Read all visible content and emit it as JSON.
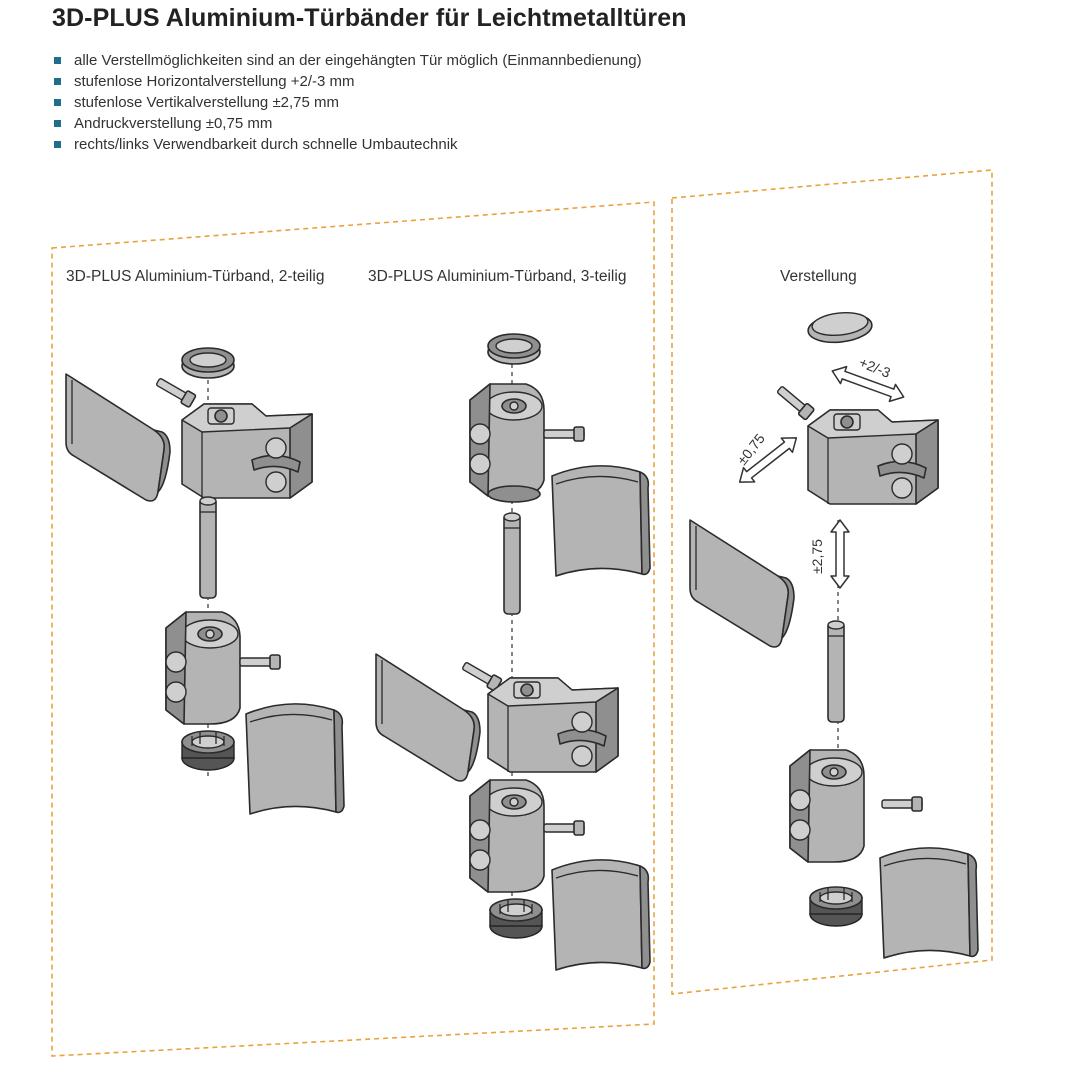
{
  "title": "3D-PLUS Aluminium-Türbänder für Leichtmetalltüren",
  "features": [
    "alle Verstellmöglichkeiten sind an der eingehängten Tür möglich (Einmannbedienung)",
    "stufenlose Horizontalverstellung +2/-3 mm",
    "stufenlose Vertikalverstellung ±2,75 mm",
    "Andruckverstellung ±0,75 mm",
    "rechts/links Verwendbarkeit durch schnelle Umbautechnik"
  ],
  "panels": {
    "two_part_label": "3D-PLUS Aluminium-Türband, 2-teilig",
    "three_part_label": "3D-PLUS Aluminium-Türband, 3-teilig",
    "adjustment_label": "Verstellung"
  },
  "dimensions": {
    "horizontal": "+2/-3",
    "pressure": "±0,75",
    "vertical": "±2,75"
  },
  "colors": {
    "bullet": "#1f6f8b",
    "frame": "#e8a33d",
    "metal": "#b4b4b4"
  }
}
